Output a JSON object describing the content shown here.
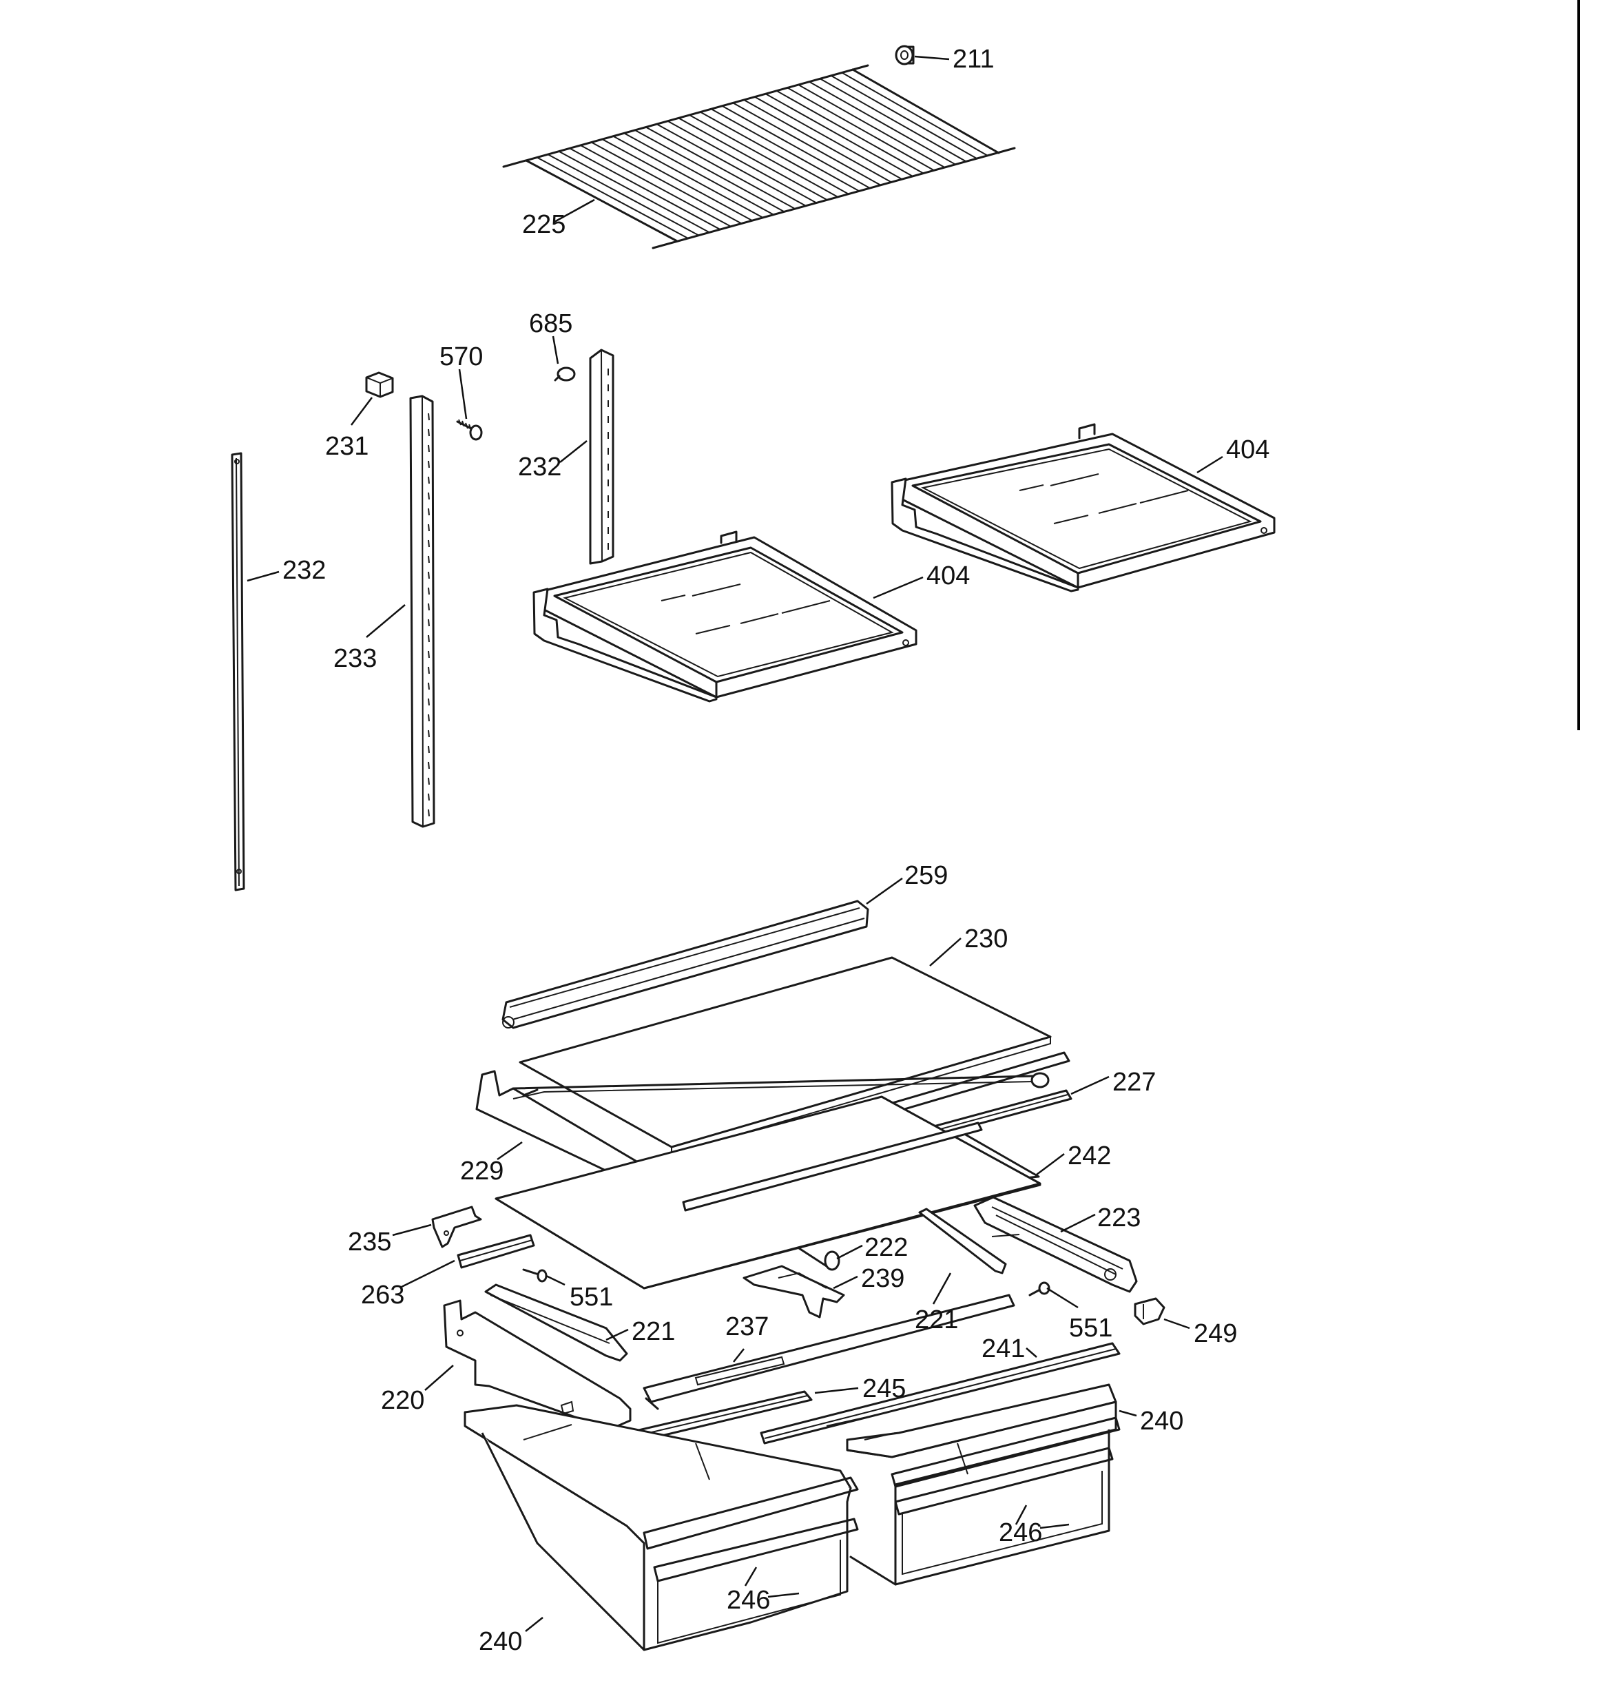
{
  "diagram": {
    "callouts": [
      {
        "id": "c211",
        "text": "211"
      },
      {
        "id": "c225",
        "text": "225"
      },
      {
        "id": "c685",
        "text": "685"
      },
      {
        "id": "c570",
        "text": "570"
      },
      {
        "id": "c231",
        "text": "231"
      },
      {
        "id": "c232a",
        "text": "232"
      },
      {
        "id": "c232b",
        "text": "232"
      },
      {
        "id": "c233",
        "text": "233"
      },
      {
        "id": "c404a",
        "text": "404"
      },
      {
        "id": "c404b",
        "text": "404"
      },
      {
        "id": "c259",
        "text": "259"
      },
      {
        "id": "c230",
        "text": "230"
      },
      {
        "id": "c227",
        "text": "227"
      },
      {
        "id": "c229",
        "text": "229"
      },
      {
        "id": "c242",
        "text": "242"
      },
      {
        "id": "c235",
        "text": "235"
      },
      {
        "id": "c223",
        "text": "223"
      },
      {
        "id": "c222",
        "text": "222"
      },
      {
        "id": "c263",
        "text": "263"
      },
      {
        "id": "c239",
        "text": "239"
      },
      {
        "id": "c221a",
        "text": "221"
      },
      {
        "id": "c551a",
        "text": "551"
      },
      {
        "id": "c551b",
        "text": "551"
      },
      {
        "id": "c249",
        "text": "249"
      },
      {
        "id": "c221b",
        "text": "221"
      },
      {
        "id": "c237",
        "text": "237"
      },
      {
        "id": "c241",
        "text": "241"
      },
      {
        "id": "c220",
        "text": "220"
      },
      {
        "id": "c245",
        "text": "245"
      },
      {
        "id": "c240a",
        "text": "240"
      },
      {
        "id": "c246a",
        "text": "246"
      },
      {
        "id": "c246b",
        "text": "246"
      },
      {
        "id": "c240b",
        "text": "240"
      }
    ]
  }
}
